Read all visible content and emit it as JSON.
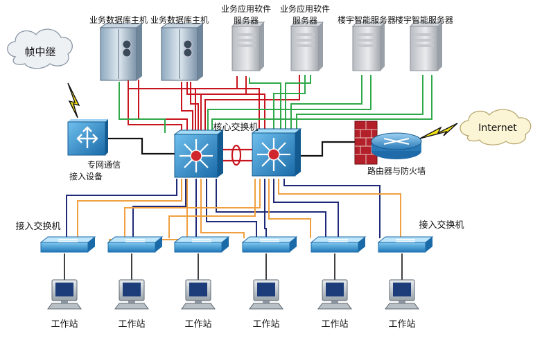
{
  "servers": [
    {
      "id": "db1",
      "label_lines": [
        "业务数据库主机"
      ],
      "kind": "db"
    },
    {
      "id": "db2",
      "label_lines": [
        "业务数据库主机"
      ],
      "kind": "db"
    },
    {
      "id": "app1",
      "label_lines": [
        "业务应用软件",
        "服务器"
      ],
      "kind": "app"
    },
    {
      "id": "app2",
      "label_lines": [
        "业务应用软件",
        "服务器"
      ],
      "kind": "app"
    },
    {
      "id": "bld1",
      "label_lines": [
        "楼宇智能服务器"
      ],
      "kind": "app"
    },
    {
      "id": "bld2",
      "label_lines": [
        "楼宇智能服务器"
      ],
      "kind": "app"
    }
  ],
  "frame_relay": {
    "label": "帧中继"
  },
  "private_net": {
    "label_lines": [
      "专网通信",
      "接入设备"
    ]
  },
  "core": {
    "label": "核心交换机"
  },
  "router": {
    "label": "路由器与防火墙"
  },
  "internet": {
    "label": "Internet"
  },
  "access_labels": {
    "left": "接入交换机",
    "right": "接入交换机"
  },
  "workstations": [
    {
      "label": "工作站"
    },
    {
      "label": "工作站"
    },
    {
      "label": "工作站"
    },
    {
      "label": "工作站"
    },
    {
      "label": "工作站"
    },
    {
      "label": "工作站"
    }
  ],
  "colors": {
    "red": "#c8141e",
    "green": "#2fa84a",
    "navy": "#1e2a78",
    "orange": "#f0a040",
    "switch_blue": "#1f84c6",
    "black": "#111111"
  }
}
